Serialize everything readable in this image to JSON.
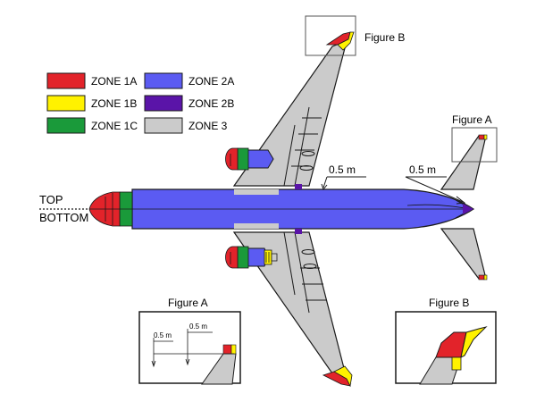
{
  "colors": {
    "zone_1a": "#e2232a",
    "zone_1b": "#fff200",
    "zone_1c": "#1a9a3a",
    "zone_2a": "#5b5bf2",
    "zone_2b": "#5a14a8",
    "zone_3": "#cbcbcb",
    "outline": "#1a1a1a"
  },
  "legend": [
    {
      "label": "ZONE 1A",
      "color_key": "zone_1a"
    },
    {
      "label": "ZONE 1B",
      "color_key": "zone_1b"
    },
    {
      "label": "ZONE 1C",
      "color_key": "zone_1c"
    },
    {
      "label": "ZONE 2A",
      "color_key": "zone_2a"
    },
    {
      "label": "ZONE 2B",
      "color_key": "zone_2b"
    },
    {
      "label": "ZONE 3",
      "color_key": "zone_3"
    }
  ],
  "labels": {
    "top": "TOP",
    "bottom": "BOTTOM",
    "figure_a_callout": "Figure A",
    "figure_b_callout": "Figure B",
    "dim_wing": "0.5 m",
    "dim_tail": "0.5 m"
  },
  "inset_a": {
    "title": "Figure A",
    "dim_left": "0.5 m",
    "dim_right": "0.5 m"
  },
  "inset_b": {
    "title": "Figure B"
  }
}
